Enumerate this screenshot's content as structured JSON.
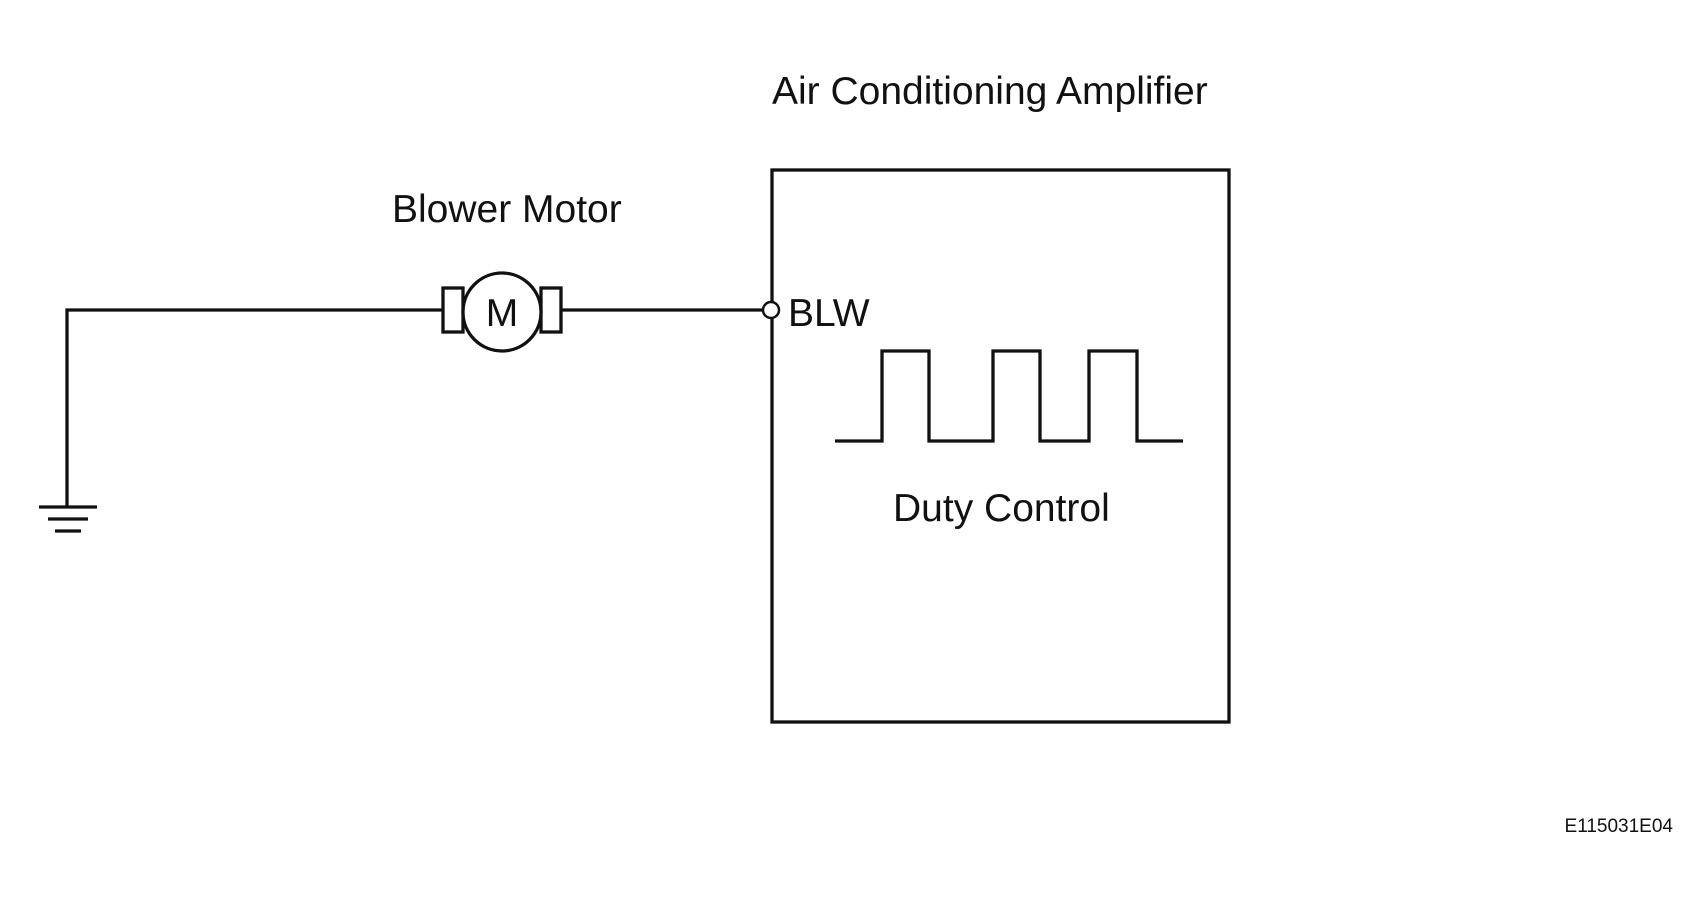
{
  "labels": {
    "amplifier_title": "Air Conditioning Amplifier",
    "motor_title": "Blower Motor",
    "motor_symbol": "M",
    "terminal": "BLW",
    "signal_label": "Duty Control",
    "figure_id": "E115031E04"
  }
}
